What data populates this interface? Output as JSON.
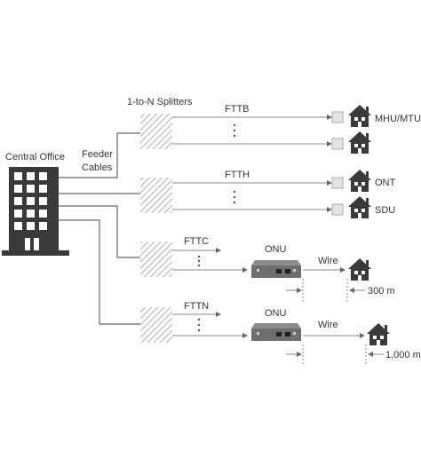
{
  "labels": {
    "central_office": "Central Office",
    "feeder_line1": "Feeder",
    "feeder_line2": "Cables",
    "splitters": "1-to-N Splitters",
    "fttb": "FTTB",
    "ftth": "FTTH",
    "fttc": "FTTC",
    "fttn": "FTTN",
    "onu": "ONU",
    "wire": "Wire",
    "mhu_mtu": "MHU/MTU",
    "ont": "ONT",
    "sdu": "SDU",
    "dist_300": "300 m",
    "dist_1000": "1,000 m"
  },
  "colors": {
    "line": "#666666",
    "building": "#3a3a3a",
    "hatch": "#9a9a9a",
    "onu_body": "#6e6e6e",
    "onu_top": "#8c8c8c"
  },
  "icons": [
    "building-icon",
    "house-icon",
    "splitter-icon",
    "onu-device-icon",
    "ont-box-icon"
  ]
}
